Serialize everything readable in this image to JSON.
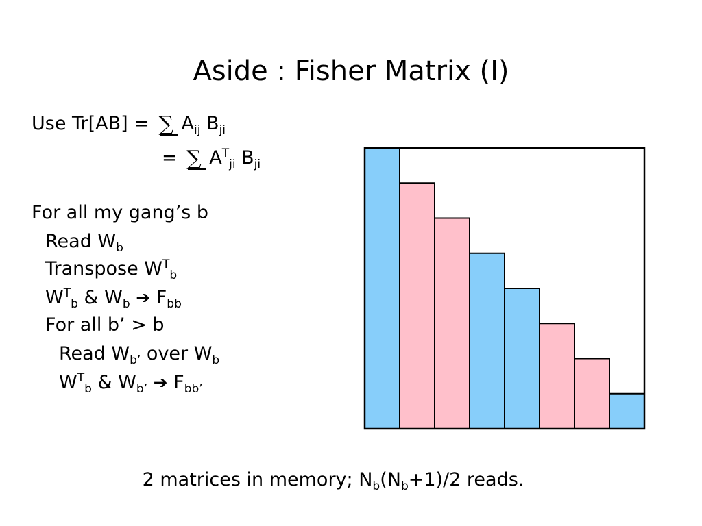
{
  "slide": {
    "title": "Aside : Fisher Matrix (I)",
    "identity": {
      "line1_prefix": "Use Tr[AB] =",
      "sum_symbol": "∑",
      "term1_a": "A",
      "term1_a_sub": "ij",
      "term1_b": "B",
      "term1_b_sub": "ji",
      "line2_prefix": "=",
      "term2_a": "A",
      "term2_a_sup": "T",
      "term2_a_sub": "ji",
      "term2_b": "B",
      "term2_b_sub": "ji"
    },
    "algorithm": {
      "loop1": "For all my gang’s b",
      "read_prefix": "Read W",
      "read_sub": "b",
      "transpose_prefix": "Transpose W",
      "transpose_sup": "T",
      "transpose_sub": "b",
      "product_w": "W",
      "product_w_sup": "T",
      "product_w_sub": "b",
      "product_and": "& W",
      "product_and_sub": "b",
      "product_arrow": "➔",
      "product_f": "F",
      "product_f_sub": "bb",
      "loop2": "For all b’ > b",
      "read2_prefix": "Read W",
      "read2_sub": "b’",
      "read2_mid": "over W",
      "read2_mid_sub": "b",
      "product2_w": "W",
      "product2_w_sup": "T",
      "product2_w_sub": "b",
      "product2_and": "& W",
      "product2_and_sub": "b’",
      "product2_arrow": "➔",
      "product2_f": "F",
      "product2_f_sub": "bb’"
    },
    "footer": {
      "text1": "2 matrices in memory; N",
      "sub1": "b",
      "text2": "(N",
      "sub2": "b",
      "text3": "+1)/2 reads."
    }
  },
  "chart_data": {
    "type": "bar",
    "title": "",
    "xlabel": "",
    "ylabel": "",
    "ylim": [
      0,
      8
    ],
    "grid": false,
    "axes_visible": false,
    "frame": "square box",
    "values": [
      8,
      7,
      6,
      5,
      4,
      3,
      2,
      1
    ],
    "bar_colors": [
      "#87cefa",
      "#ffc0cb",
      "#ffc0cb",
      "#87cefa",
      "#87cefa",
      "#ffc0cb",
      "#ffc0cb",
      "#87cefa"
    ],
    "colors": {
      "blue": "#87cefa",
      "pink": "#ffc0cb",
      "outline": "#000000"
    }
  }
}
